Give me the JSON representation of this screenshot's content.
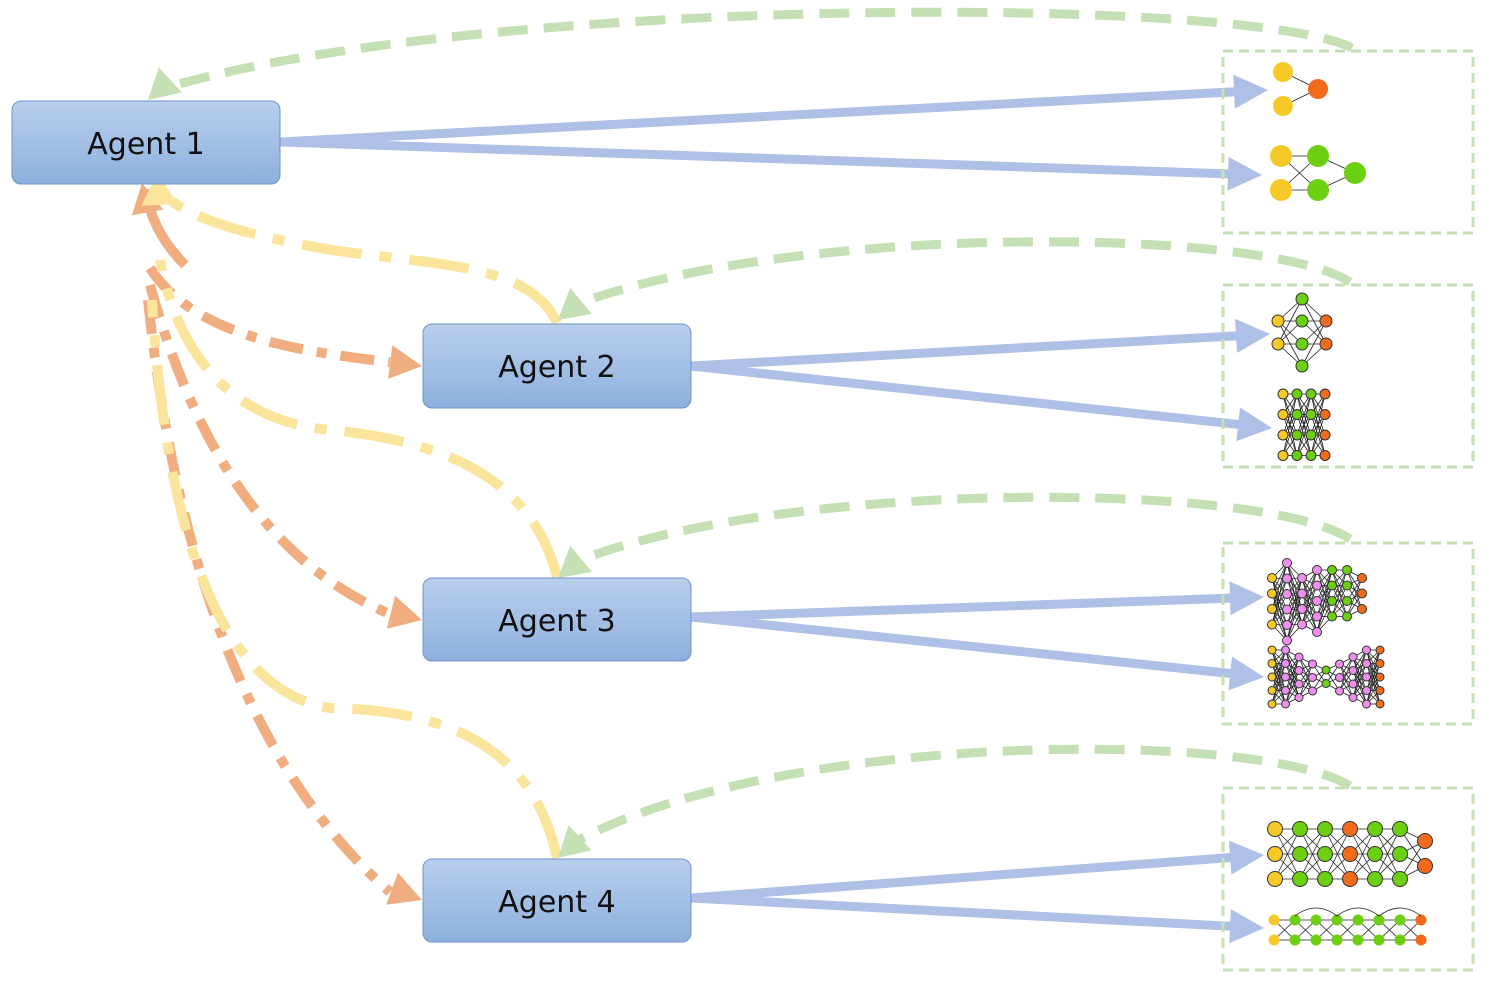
{
  "agents": [
    {
      "label": "Agent 1"
    },
    {
      "label": "Agent 2"
    },
    {
      "label": "Agent 3"
    },
    {
      "label": "Agent 4"
    }
  ],
  "colors": {
    "agent_fill_top": "#b9cfec",
    "agent_fill_bottom": "#8eb0df",
    "agent_stroke": "#6f93c9",
    "output_arrow": "#aec0e6",
    "feedback_dashed": "#c4e0b4",
    "agent1_to_agent_arrow": "#f0ad80",
    "agent_to_agent1_arrow": "#fbe59c",
    "node_input": "#f7c928",
    "node_hidden": "#6ccf12",
    "node_output": "#f26b1d",
    "node_pink": "#f08ef0"
  },
  "icons": {
    "agent_1": [
      "small-net-icon",
      "two-layer-net-icon"
    ],
    "agent_2": [
      "mlp-net-icon",
      "deep-mlp-net-icon"
    ],
    "agent_3": [
      "pink-deep-net-icon",
      "autoencoder-net-icon"
    ],
    "agent_4": [
      "wide-deep-net-icon",
      "skip-connection-net-icon"
    ]
  }
}
